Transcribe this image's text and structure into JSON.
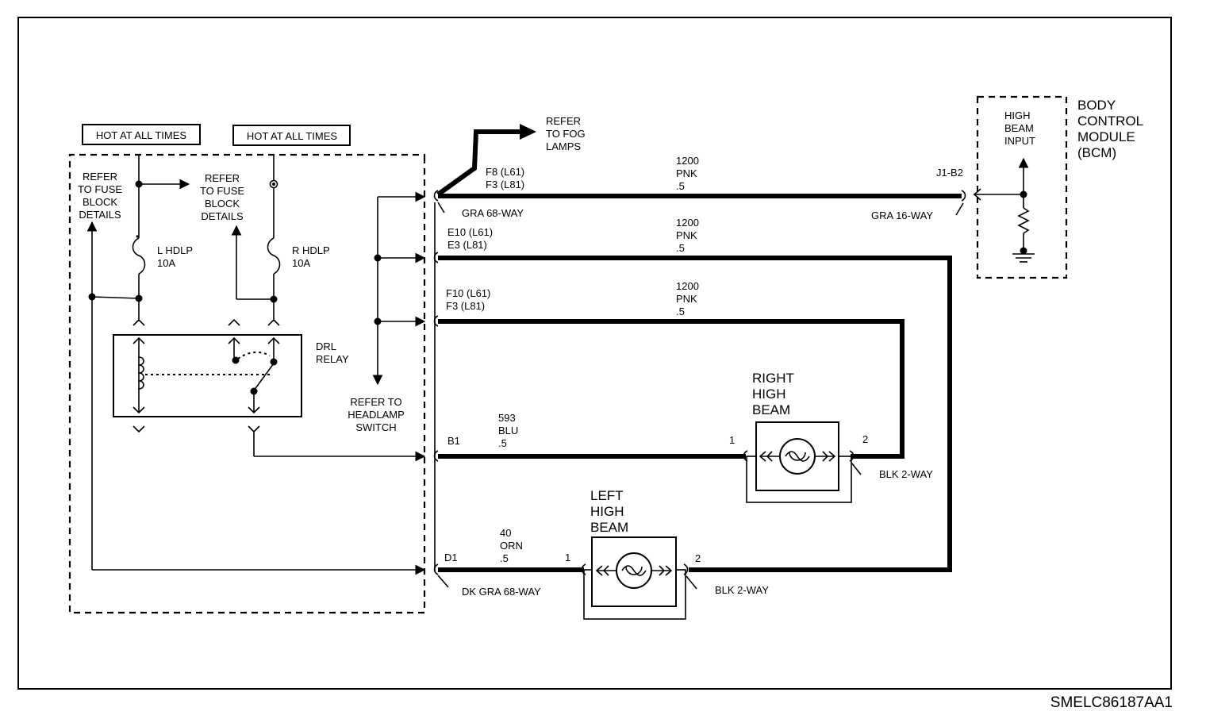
{
  "figure_id": "SMELC86187AA1",
  "hot_labels": [
    "HOT AT ALL TIMES",
    "HOT AT ALL TIMES"
  ],
  "fuse_refs": {
    "left": [
      "REFER",
      "TO FUSE",
      "BLOCK",
      "DETAILS"
    ],
    "middle": [
      "REFER",
      "TO FUSE",
      "BLOCK",
      "DETAILS"
    ]
  },
  "fuses": {
    "left": [
      "L HDLP",
      "10A"
    ],
    "right": [
      "R HDLP",
      "10A"
    ]
  },
  "drl_relay": [
    "DRL",
    "RELAY"
  ],
  "headlamp_switch": [
    "REFER TO",
    "HEADLAMP",
    "SWITCH"
  ],
  "fog_lamps": [
    "REFER",
    "TO FOG",
    "LAMPS"
  ],
  "circuits": [
    {
      "pins": [
        "F8 (L61)",
        "F3 (L81)"
      ],
      "wire": [
        "1200",
        "PNK",
        ".5"
      ]
    },
    {
      "pins": [
        "E10 (L61)",
        "E3 (L81)"
      ],
      "wire": [
        "1200",
        "PNK",
        ".5"
      ]
    },
    {
      "pins": [
        "F10 (L61)",
        "F3 (L81)"
      ],
      "wire": [
        "1200",
        "PNK",
        ".5"
      ]
    },
    {
      "pins": [
        "B1"
      ],
      "wire": [
        "593",
        "BLU",
        ".5"
      ]
    },
    {
      "pins": [
        "D1"
      ],
      "wire": [
        "40",
        "ORN",
        ".5"
      ]
    }
  ],
  "connectors": {
    "gra68": "GRA 68-WAY",
    "gra16": "GRA 16-WAY",
    "dkgra68": "DK GRA 68-WAY",
    "blk2_right": "BLK 2-WAY",
    "blk2_left": "BLK 2-WAY",
    "j1b2": "J1-B2"
  },
  "bcm": {
    "title": [
      "BODY",
      "CONTROL",
      "MODULE",
      "(BCM)"
    ],
    "input": [
      "HIGH",
      "BEAM",
      "INPUT"
    ]
  },
  "right_high_beam": {
    "title": [
      "RIGHT",
      "HIGH",
      "BEAM"
    ],
    "pin1": "1",
    "pin2": "2"
  },
  "left_high_beam": {
    "title": [
      "LEFT",
      "HIGH",
      "BEAM"
    ],
    "pin1": "1",
    "pin2": "2"
  }
}
